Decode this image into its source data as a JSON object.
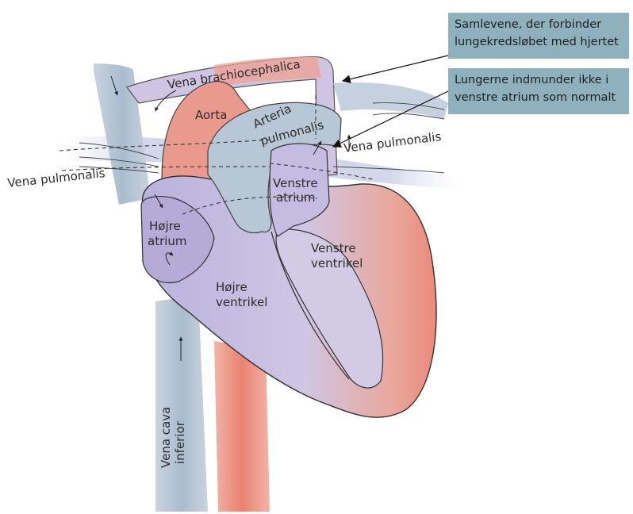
{
  "labels": {
    "vena_brachiocephalica": "Vena brachiocephalica",
    "aorta": "Aorta",
    "arteria": "Arteria",
    "pulmonalis": "pulmonalis",
    "vena_pulmonalis_right": "Vena pulmonalis",
    "vena_pulmonalis_left": "Vena pulmonalis",
    "venstre": "Venstre",
    "atrium_left": "atrium",
    "hojre": "Højre",
    "atrium_right": "atrium",
    "venstre_v": "Venstre",
    "ventrikel_left": "ventrikel",
    "hojre_v": "Højre",
    "ventrikel_right": "ventrikel",
    "vena_cava": "Vena cava",
    "inferior": "inferior"
  },
  "callouts": {
    "top": {
      "line1": "Samlevene, der forbinder",
      "line2": "lungekredsløbet med hjertet"
    },
    "bottom": {
      "line1": "Lungerne indmunder ikke i",
      "line2": "venstre atrium som normalt"
    }
  },
  "colors": {
    "callout_bg": "#8fb1bd",
    "venous_blue": "#9db3c6",
    "arterial_red": "#e8897d",
    "heart_purple": "#c4b8dc"
  }
}
